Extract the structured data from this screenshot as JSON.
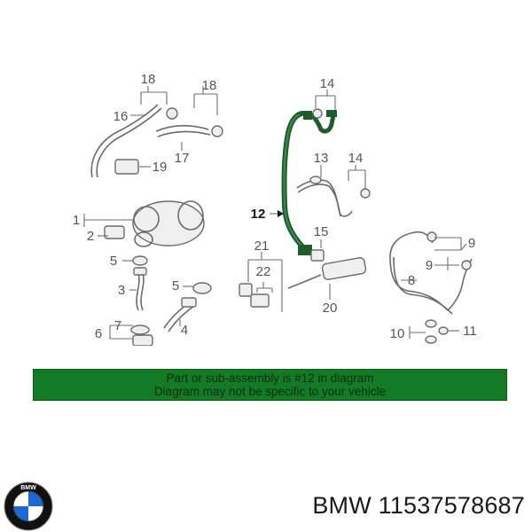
{
  "diagram": {
    "callouts": [
      "18",
      "18",
      "16",
      "17",
      "19",
      "14",
      "13",
      "14",
      "12",
      "15",
      "1",
      "2",
      "21",
      "22",
      "5",
      "3",
      "5",
      "4",
      "7",
      "6",
      "20",
      "9",
      "9",
      "8",
      "10",
      "11"
    ],
    "highlight_color": "#1f5c2b"
  },
  "banner": {
    "line1": "Part or sub-assembly is #12 in diagram",
    "line2": "Diagram may not be specific to your vehicle",
    "background": "#137a26"
  },
  "brand": {
    "logo_letters": "BMW",
    "logo_colors": [
      "#1c69d4",
      "#ffffff",
      "#000000"
    ]
  },
  "product": {
    "label": "BMW 11537578687"
  }
}
